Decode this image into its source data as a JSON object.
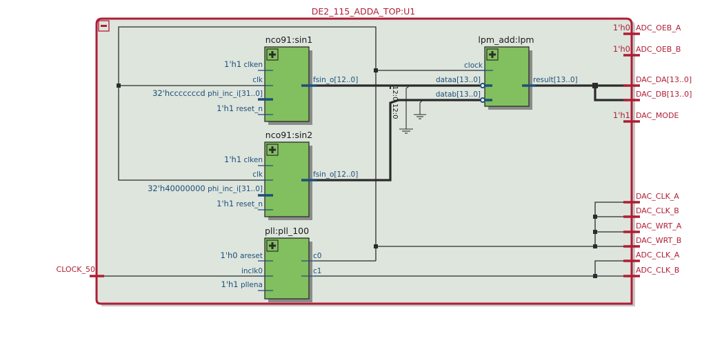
{
  "diagram": {
    "title": "DE2_115_ADDA_TOP:U1",
    "collapse_icon": "minus-box-icon",
    "expand_icon": "plus-box-icon",
    "colors": {
      "frame": "#b01c34",
      "block_fill": "#82bf5f",
      "canvas": "#dde5dd",
      "pin_text": "#1e4e79"
    },
    "instances": {
      "sin1": {
        "title": "nco91:sin1",
        "inputs": [
          {
            "name": "clken",
            "value": "1'h1"
          },
          {
            "name": "clk",
            "value": ""
          },
          {
            "name": "phi_inc_i[31..0]",
            "value": "32'hcccccccd"
          },
          {
            "name": "reset_n",
            "value": "1'h1"
          }
        ],
        "outputs": [
          {
            "name": "fsin_o[12..0]"
          }
        ]
      },
      "sin2": {
        "title": "nco91:sin2",
        "inputs": [
          {
            "name": "clken",
            "value": "1'h1"
          },
          {
            "name": "clk",
            "value": ""
          },
          {
            "name": "phi_inc_i[31..0]",
            "value": "32'h40000000"
          },
          {
            "name": "reset_n",
            "value": "1'h1"
          }
        ],
        "outputs": [
          {
            "name": "fsin_o[12..0]"
          }
        ]
      },
      "pll": {
        "title": "pll:pll_100",
        "inputs": [
          {
            "name": "areset",
            "value": "1'h0"
          },
          {
            "name": "inclk0",
            "value": ""
          },
          {
            "name": "pllena",
            "value": "1'h1"
          }
        ],
        "outputs": [
          {
            "name": "c0"
          },
          {
            "name": "c1"
          }
        ]
      },
      "lpm": {
        "title": "lpm_add:lpm",
        "inputs": [
          {
            "name": "clock"
          },
          {
            "name": "dataa[13..0]"
          },
          {
            "name": "datab[13..0]"
          }
        ],
        "outputs": [
          {
            "name": "result[13..0]"
          }
        ]
      }
    },
    "bus_slices": [
      "12:0",
      "12:0"
    ],
    "input_ports": [
      {
        "name": "CLOCK_50"
      }
    ],
    "output_ports": [
      {
        "name": "ADC_OEB_A",
        "const": "1'h0"
      },
      {
        "name": "ADC_OEB_B",
        "const": "1'h0"
      },
      {
        "name": "DAC_DA[13..0]",
        "const": ""
      },
      {
        "name": "DAC_DB[13..0]",
        "const": ""
      },
      {
        "name": "DAC_MODE",
        "const": "1'h1"
      },
      {
        "name": "DAC_CLK_A",
        "const": ""
      },
      {
        "name": "DAC_CLK_B",
        "const": ""
      },
      {
        "name": "DAC_WRT_A",
        "const": ""
      },
      {
        "name": "DAC_WRT_B",
        "const": ""
      },
      {
        "name": "ADC_CLK_A",
        "const": ""
      },
      {
        "name": "ADC_CLK_B",
        "const": ""
      }
    ]
  }
}
